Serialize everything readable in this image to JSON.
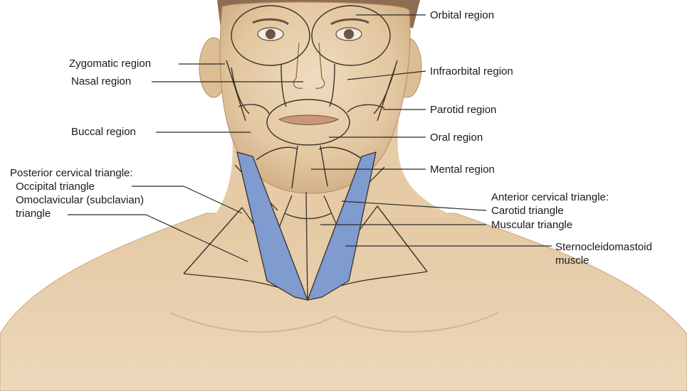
{
  "figure": {
    "labels": {
      "orbital": "Orbital region",
      "zygomatic": "Zygomatic region",
      "nasal": "Nasal region",
      "infraorbital": "Infraorbital region",
      "parotid": "Parotid region",
      "buccal": "Buccal region",
      "oral": "Oral region",
      "mental": "Mental region",
      "posterior_heading": "Posterior cervical triangle:",
      "occipital": "Occipital triangle",
      "omoclavicular_1": "Omoclavicular (subclavian)",
      "omoclavicular_2": "triangle",
      "anterior_heading": "Anterior cervical triangle:",
      "carotid": "Carotid triangle",
      "muscular": "Muscular triangle",
      "scm_1": "Sternocleidomastoid",
      "scm_2": "muscle"
    },
    "colors": {
      "skin": "#e9d2b1",
      "skin_shadow": "#cfae86",
      "muscle": "#7f9bcf",
      "outline": "#3a3128",
      "leader": "#2a2a2a"
    }
  }
}
